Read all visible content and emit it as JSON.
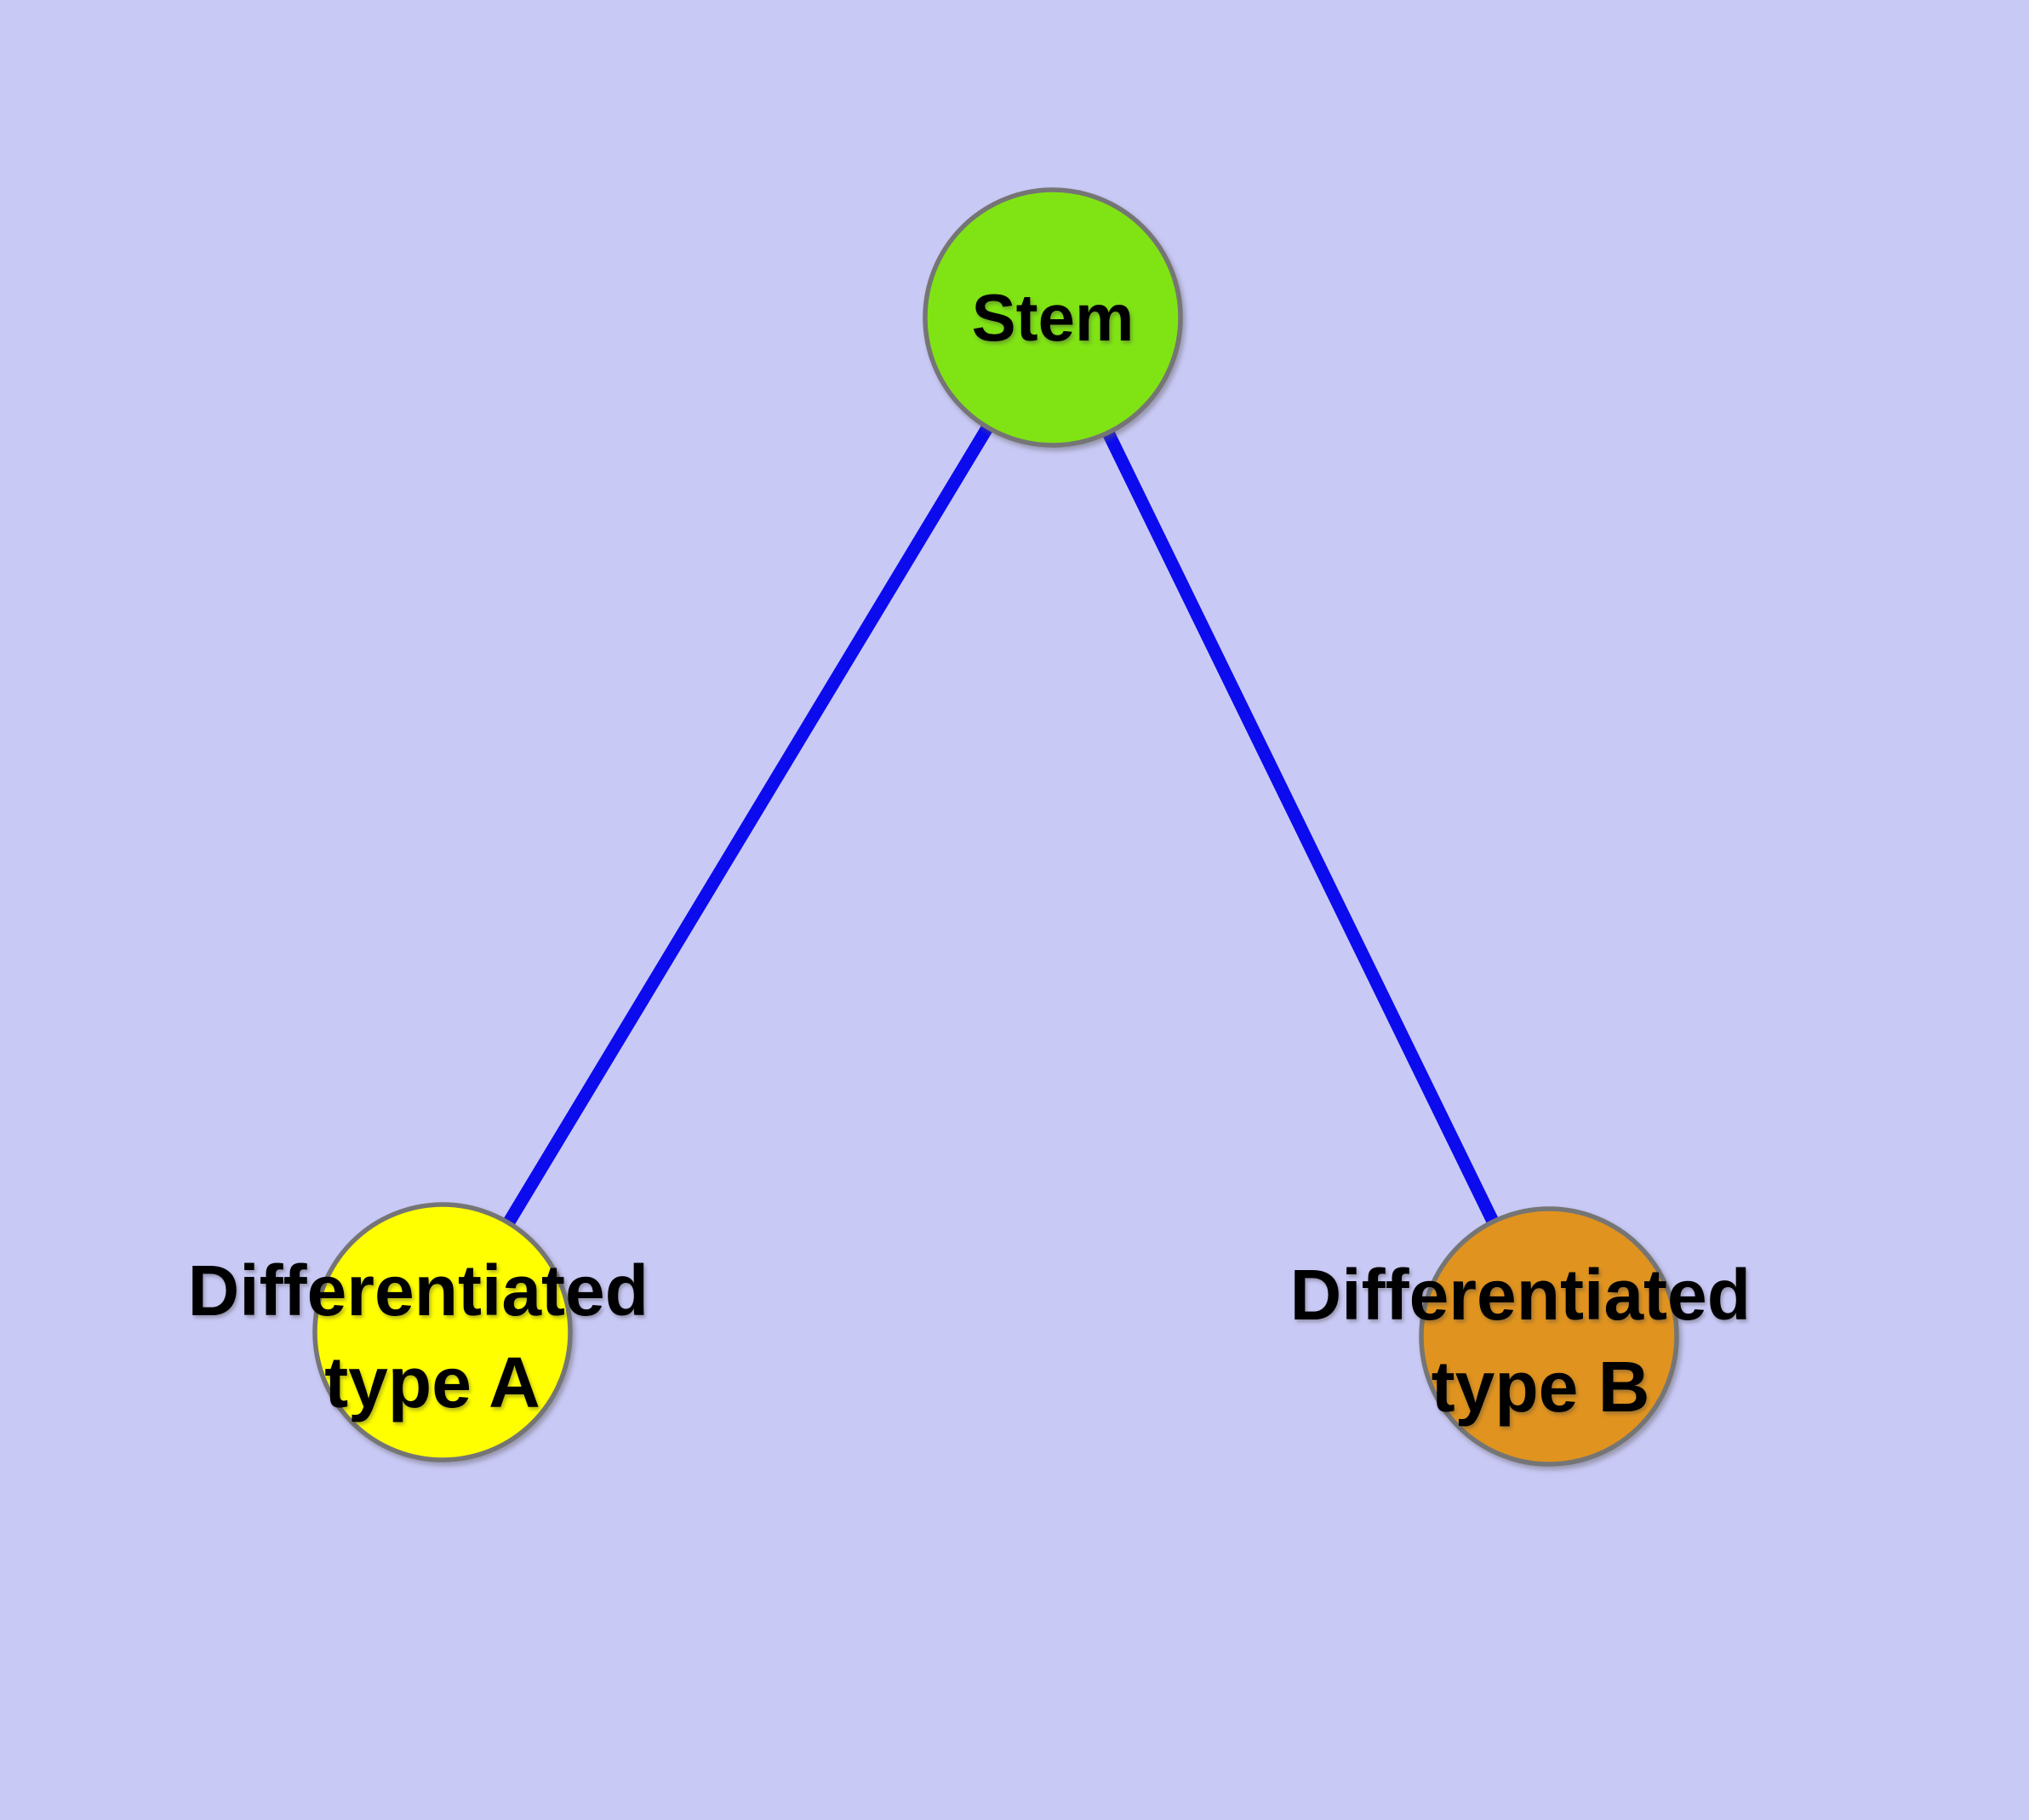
{
  "canvas": {
    "background_color": "#c9c9f6"
  },
  "nodes": {
    "stem": {
      "label": "Stem",
      "fill": "#80e414",
      "stroke": "#757575",
      "text_color": "#000000"
    },
    "type_a": {
      "label_line1": "Differentiated",
      "label_line2": "type A",
      "fill": "#ffff00",
      "stroke": "#757575",
      "text_color": "#000000"
    },
    "type_b": {
      "label_line1": "Differentiated",
      "label_line2": "type B",
      "fill": "#e0931f",
      "stroke": "#757575",
      "text_color": "#000000"
    }
  },
  "edges": {
    "color": "#0b0bee",
    "list": [
      {
        "from": "stem",
        "to": "type_a"
      },
      {
        "from": "stem",
        "to": "type_b"
      }
    ]
  }
}
